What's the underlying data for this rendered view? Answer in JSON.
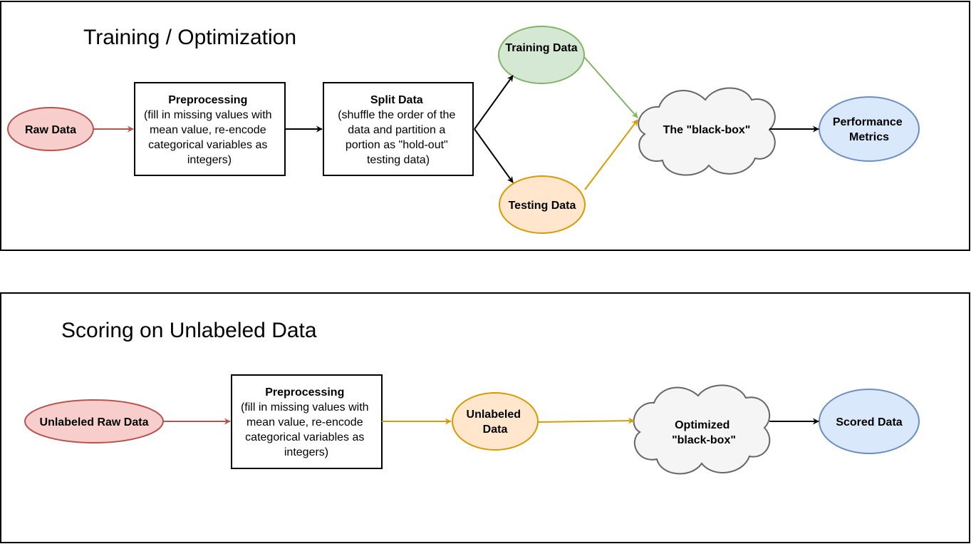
{
  "sections": {
    "training": {
      "title": "Training / Optimization"
    },
    "scoring": {
      "title": "Scoring on Unlabeled Data"
    }
  },
  "nodes": {
    "raw_data": {
      "label": "Raw Data"
    },
    "preprocessing_1": {
      "title": "Preprocessing",
      "lines": [
        "(fill in missing values with",
        "mean value, re-encode",
        "categorical variables as",
        "integers)"
      ]
    },
    "split_data": {
      "title": "Split Data",
      "lines": [
        "(shuffle the order of the",
        "data and partition a",
        "portion as \"hold-out\"",
        "testing data)"
      ]
    },
    "training_data": {
      "label": "Training Data"
    },
    "testing_data": {
      "label": "Testing Data"
    },
    "black_box": {
      "label": "The \"black-box\""
    },
    "performance_metrics": {
      "lines": [
        "Performance",
        "Metrics"
      ]
    },
    "unlabeled_raw_data": {
      "label": "Unlabeled Raw Data"
    },
    "preprocessing_2": {
      "title": "Preprocessing",
      "lines": [
        "(fill in missing values with",
        "mean value, re-encode",
        "categorical variables as",
        "integers)"
      ]
    },
    "unlabeled_data": {
      "lines": [
        "Unlabeled",
        "Data"
      ]
    },
    "optimized_black_box": {
      "lines": [
        "Optimized",
        "\"black-box\""
      ]
    },
    "scored_data": {
      "label": "Scored Data"
    }
  },
  "colors": {
    "red_fill": "#f8cecc",
    "red_stroke": "#b85450",
    "green_fill": "#d5e8d4",
    "green_stroke": "#82b366",
    "orange_fill": "#ffe6cc",
    "orange_stroke": "#d79b00",
    "blue_fill": "#dae8fc",
    "blue_stroke": "#6c8ebf",
    "cloud_fill": "#f5f5f5",
    "cloud_stroke": "#666666"
  }
}
